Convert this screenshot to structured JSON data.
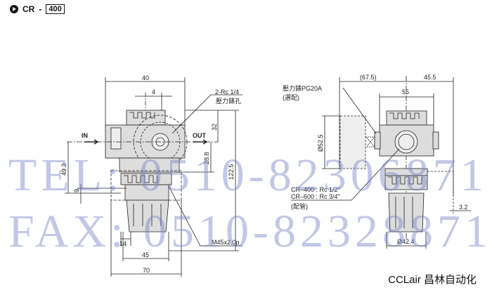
{
  "header": {
    "series": "CR",
    "dash": "-",
    "model": "400"
  },
  "left_view": {
    "dims": {
      "width_top": "40",
      "slot": "4",
      "h32": "32",
      "h28": "28.8",
      "h122": "122.5",
      "h49": "49.3",
      "h9": "9",
      "w14": "14",
      "w45": "45",
      "w70": "70"
    },
    "port_label": "2-Rc 1/4",
    "port_note": "壓力錶孔",
    "in": "IN",
    "out": "OUT",
    "thread": "M45x2.0p"
  },
  "right_view": {
    "dims": {
      "d67": "(67.5)",
      "d45": "45.5",
      "d55": "55",
      "dia52": "Ø52.5",
      "dia42": "Ø42.4",
      "d3": "3.2"
    },
    "gauge_label": "壓力錶PG20A",
    "gauge_note": "(選配)",
    "pipe1": "CR–400 : Rc 1/2\"",
    "pipe2": "CR–600 : Rc 3/4\"",
    "pipe_note": "(配管)"
  },
  "watermark": {
    "tel": "TEL: 0510-82306871",
    "fax": "FAX: 0510-82328871"
  },
  "brand": "CCLair 昌林自动化"
}
